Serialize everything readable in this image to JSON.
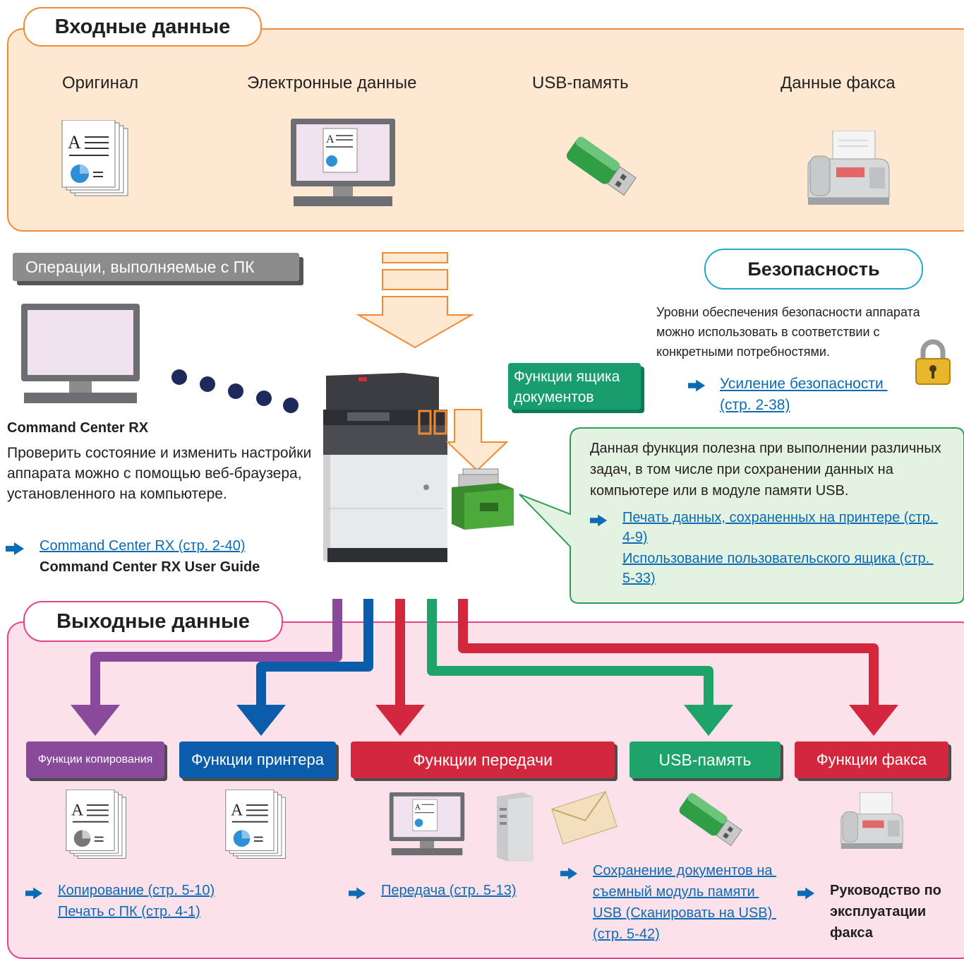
{
  "input": {
    "title": "Входные данные",
    "items": [
      "Оригинал",
      "Электронные данные",
      "USB-память",
      "Данные факса"
    ]
  },
  "pc_ops": {
    "label": "Операции, выполняемые с ПК",
    "heading": "Command Center RX",
    "description": "Проверить состояние и изменить настройки аппарата можно с помощью веб-браузера, установленного на компьютере.",
    "link": "Command Center RX (стр. 2-40)",
    "guide": "Command Center RX User Guide"
  },
  "security": {
    "title": "Безопасность",
    "description": "Уровни обеспечения безопасности аппарата можно использовать в соответствии с конкретными потребностями.",
    "link_line1": "Усиление безопасности ",
    "link_line2": "(стр. 2-38)"
  },
  "docbox": {
    "label_line1": "Функции ящика",
    "label_line2": "документов",
    "description": "Данная функция полезна при выполнении различных задач, в том числе при сохранении данных на компьютере или в модуле памяти USB.",
    "link1_line1": "Печать данных, сохраненных на принтере (стр. ",
    "link1_line2": "4-9)",
    "link2_line1": "Использование пользовательского ящика (стр. ",
    "link2_line2": "5-33)"
  },
  "output": {
    "title": "Выходные данные",
    "copy_label": "Функции копирования",
    "print_label": "Функции принтера",
    "send_label": "Функции передачи",
    "usb_label": "USB-память",
    "fax_label": "Функции факса",
    "copy_link": "Копирование (стр. 5-10)",
    "print_link": "Печать с ПК (стр. 4-1)",
    "send_link": "Передача (стр. 5-13)",
    "usb_link_line1": "Сохранение документов на ",
    "usb_link_line2": "съемный модуль памяти ",
    "usb_link_line3": "USB (Сканировать на USB) ",
    "usb_link_line4": "(стр. 5-42)",
    "fax_ref_line1": "Руководство по",
    "fax_ref_line2": "эксплуатации",
    "fax_ref_line3": "факса"
  },
  "colors": {
    "input_bg": "#fde9d2",
    "input_border": "#f08a34",
    "output_bg": "#fbe1ea",
    "output_border": "#e6428c",
    "purple": "#8a4a9b",
    "blue": "#0b5cab",
    "red": "#d3273e",
    "green": "#1ea36a",
    "security_border": "#22a9c9",
    "docbox_bg": "#e4f2e1",
    "docbox_border": "#2e9e57"
  }
}
